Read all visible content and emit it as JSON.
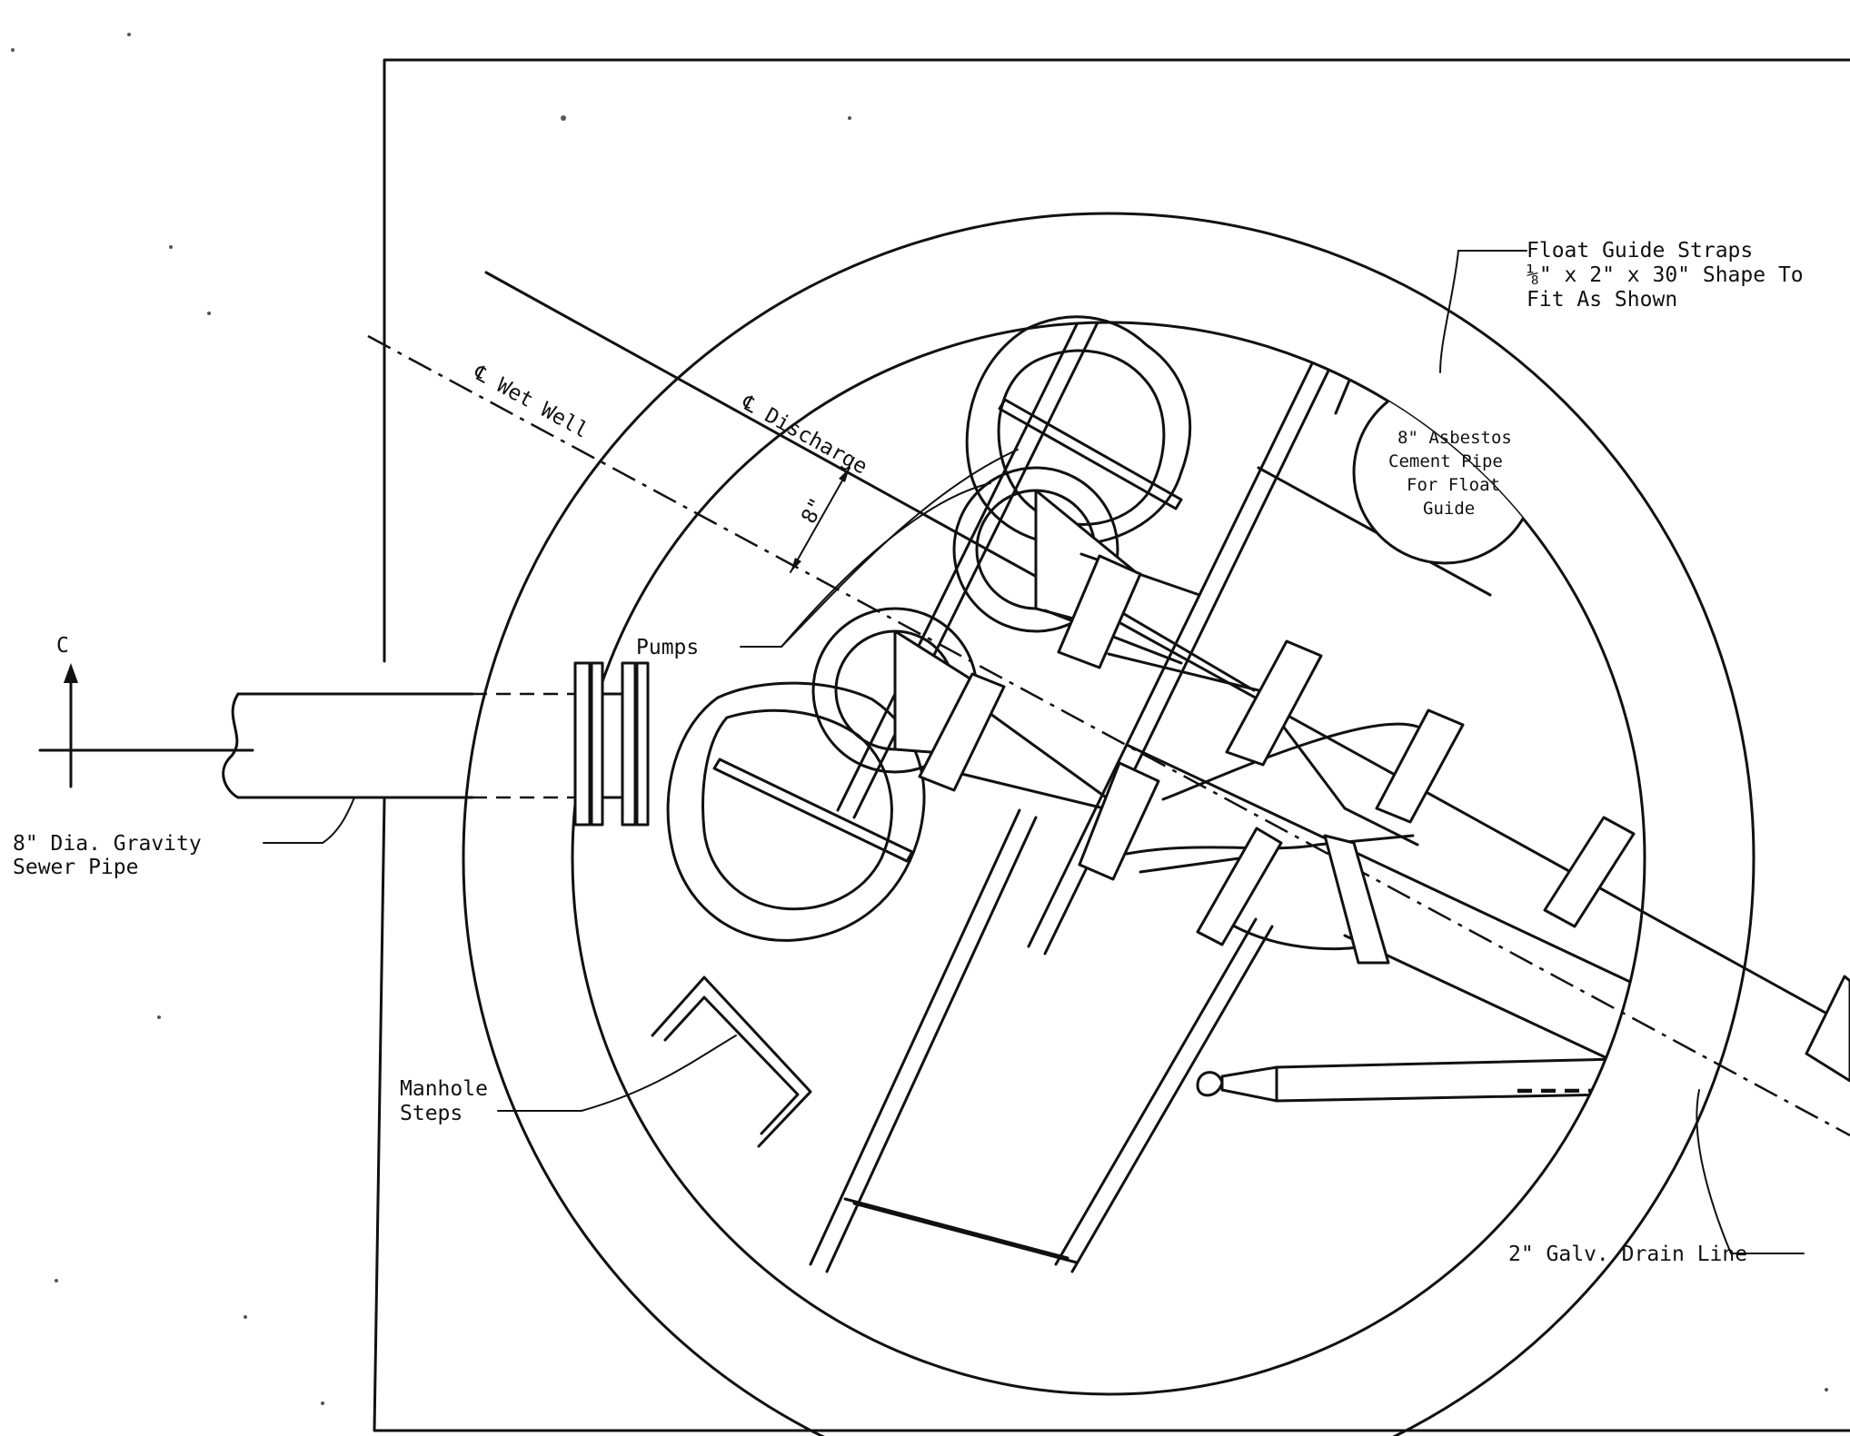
{
  "labels": {
    "section_marker": "C",
    "float_guide_straps": [
      "Float Guide Straps",
      "⅛\" x 2\" x 30\"  Shape To",
      "Fit As Shown"
    ],
    "asbestos_pipe": [
      "8\" Asbestos",
      "Cement Pipe",
      "For Float",
      "Guide"
    ],
    "discharge_centerline": "℄ Discharge",
    "wet_well_centerline": "℄ Wet Well",
    "offset_dimension": "8\"",
    "pumps": "Pumps",
    "gravity_sewer_pipe": [
      "8\" Dia. Gravity",
      "Sewer Pipe"
    ],
    "manhole_steps": [
      "Manhole",
      "Steps"
    ],
    "drain_line": "2\" Galv. Drain Line"
  }
}
